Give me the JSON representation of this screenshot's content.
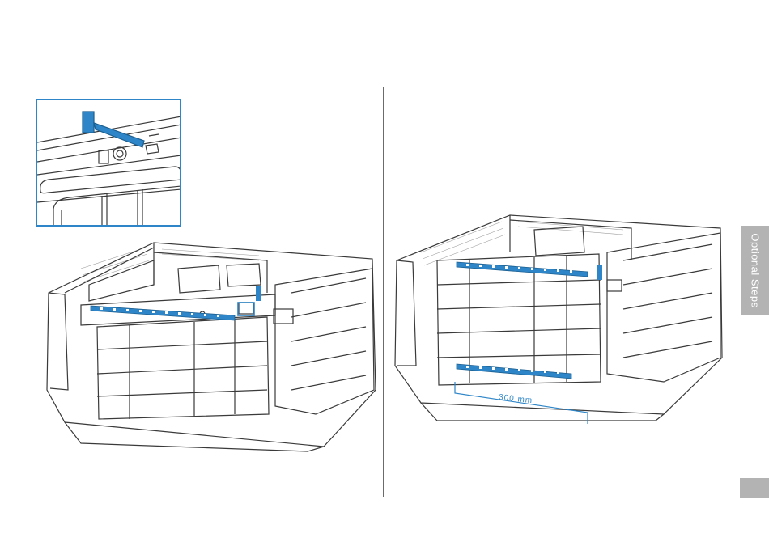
{
  "sidebar": {
    "section_label": "Optional Steps"
  },
  "figures": {
    "right": {
      "dimension_label": "300 mm"
    }
  },
  "colors": {
    "accent": "#2e86c8",
    "line": "#3a3a3a",
    "tab": "#b3b3b3"
  },
  "icons": [
    "usb-cable-icon",
    "pc-case-illustration"
  ]
}
